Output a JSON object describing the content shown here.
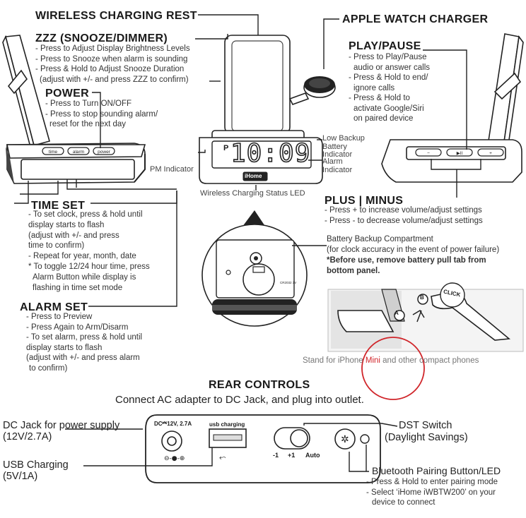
{
  "wireless_rest": {
    "title": "WIRELESS CHARGING REST"
  },
  "apple_watch": {
    "title": "APPLE WATCH CHARGER"
  },
  "zzz": {
    "title": "ZZZ (SNOOZE/DIMMER)",
    "lines": [
      "- Press to Adjust Display Brightness Levels",
      "- Press to Snooze when alarm is sounding",
      "- Press & Hold to Adjust Snooze Duration",
      "(adjust with +/- and press ZZZ to confirm)"
    ]
  },
  "power": {
    "title": "POWER",
    "lines": [
      "- Press to Turn ON/OFF",
      "- Press to stop sounding alarm/",
      "reset for the next day"
    ]
  },
  "play_pause": {
    "title": "PLAY/PAUSE",
    "lines": [
      "- Press to Play/Pause",
      "audio or answer calls",
      "- Press & Hold to end/",
      "ignore calls",
      "- Press & Hold to",
      "activate Google/Siri",
      "on paired device"
    ]
  },
  "display": {
    "time": "10:09",
    "pm_marker": "P",
    "brand": "iHome",
    "pm_indicator": "PM Indicator",
    "low_backup": "Low Backup Battery Indicator",
    "alarm_indicator": "Alarm Indicator",
    "wireless_status": "Wireless Charging Status LED"
  },
  "left_buttons": [
    "time",
    "alarm",
    "power"
  ],
  "right_buttons": [
    "−",
    "▶II",
    "+"
  ],
  "time_set": {
    "title": "TIME SET",
    "lines": [
      "- To set clock, press & hold until",
      "display starts to flash",
      "(adjust with +/- and press",
      "time to confirm)",
      "- Repeat for year, month, date",
      "* To toggle 12/24 hour time, press",
      "Alarm Button while display is",
      "flashing in time set mode"
    ]
  },
  "plus_minus": {
    "title": "PLUS | MINUS",
    "lines": [
      "- Press + to increase volume/adjust settings",
      "- Press -  to decrease volume/adjust settings"
    ]
  },
  "battery": {
    "lines": [
      "Battery Backup Compartment",
      "(for clock accuracy in the event of power failure)",
      "*Before use, remove battery pull tab from",
      "bottom panel."
    ],
    "battery_label": "CR2032 3V"
  },
  "alarm_set": {
    "title": "ALARM SET",
    "lines": [
      "- Press to Preview",
      "- Press Again to Arm/Disarm",
      "- To set alarm, press & hold until",
      "display starts to flash",
      "(adjust with +/- and press alarm",
      "to confirm)"
    ]
  },
  "stand": {
    "caption_pre": "Stand for iPhone ",
    "caption_mini": "Mini",
    "caption_post": " and other compact phones",
    "marker_a": "A",
    "marker_b": "B",
    "click": "CLICK",
    "accent": "#d0252a"
  },
  "rear": {
    "title": "REAR CONTROLS",
    "subtitle": "Connect AC adapter to DC Jack, and plug into outlet.",
    "dc_spec": "DC⎃12V, 2.7A",
    "usb_label": "usb charging",
    "dc_jack": [
      "DC Jack for power supply",
      "(12V/2.7A)"
    ],
    "usb_charging": [
      "USB Charging",
      "(5V/1A)"
    ],
    "switch_positions": [
      "-1",
      "+1",
      "Auto"
    ],
    "dst": [
      "DST Switch",
      "(Daylight Savings)"
    ],
    "bluetooth": {
      "title": "Bluetooth Pairing Button/LED",
      "lines": [
        "- Press & Hold to enter pairing mode",
        "- Select ‘iHome iWBTW200’ on your",
        "device to connect"
      ]
    }
  }
}
